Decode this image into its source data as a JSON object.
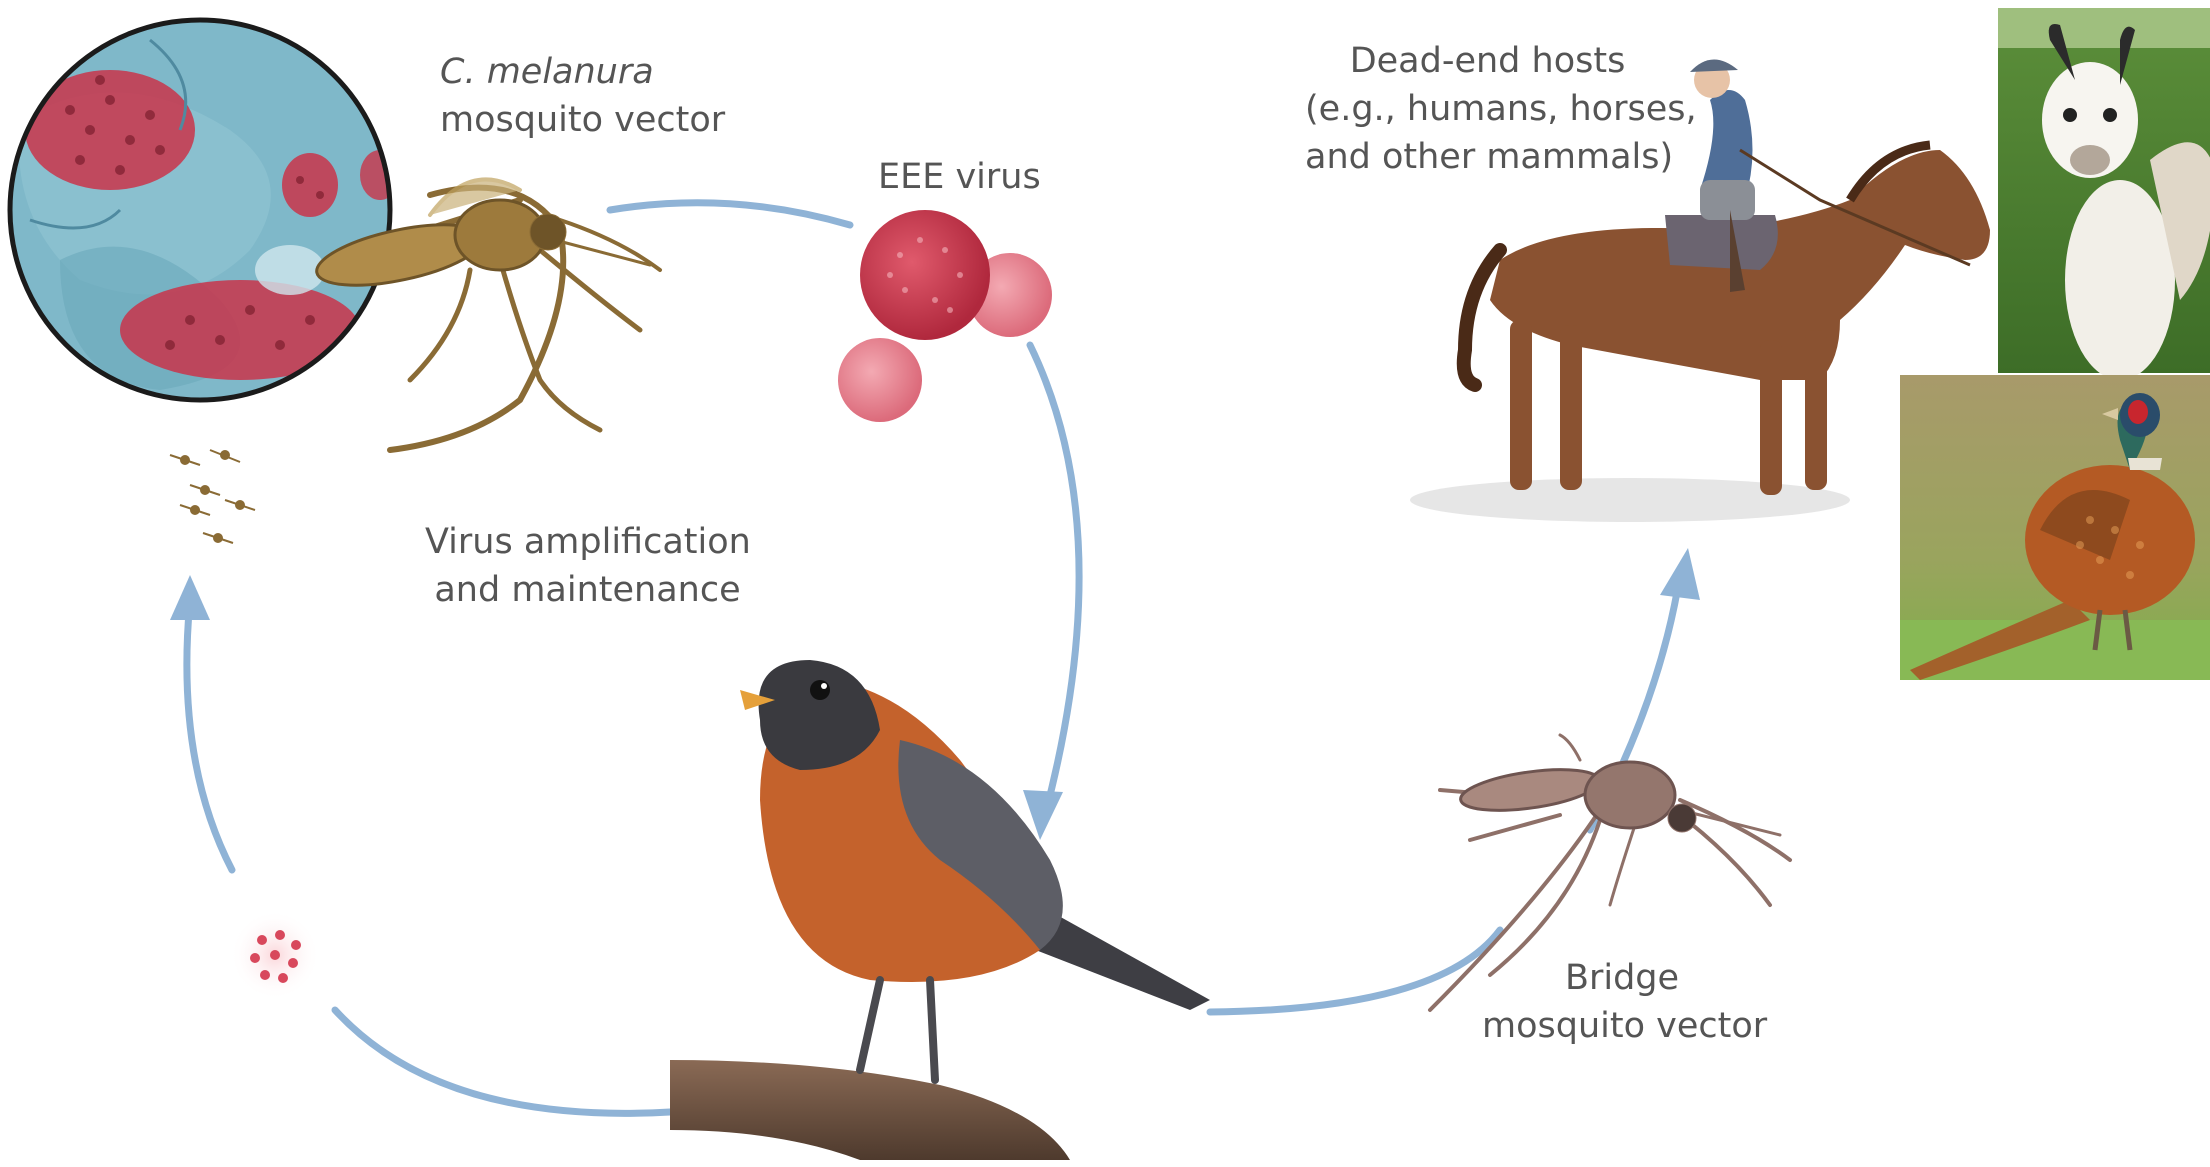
{
  "labels": {
    "vector_species": "C. melanura",
    "vector_role": "mosquito vector",
    "virus": "EEE virus",
    "cycle_line1": "Virus amplification",
    "cycle_line2": "and maintenance",
    "deadend_line1": "Dead-end hosts",
    "deadend_line2": "(e.g., humans, horses,",
    "deadend_line3": "and other mammals)",
    "bridge_line1": "Bridge",
    "bridge_line2": "mosquito vector"
  },
  "icons": {
    "micrograph": "infected-cell-micrograph-icon",
    "mosquito_vector": "culiseta-mosquito-icon",
    "virus": "virus-particle-icon",
    "bird": "robin-icon",
    "bridge_mosquito": "bridge-mosquito-icon",
    "horse_rider": "horse-rider-icon",
    "llama_photo": "llama-photo-icon",
    "pheasant_photo": "pheasant-photo-icon"
  },
  "colors": {
    "arrow": "#8fb3d6",
    "virus": "#c9344a",
    "micrograph_bg": "#7fb8c9",
    "robin_breast": "#c4622c",
    "horse": "#8a5231",
    "text": "#555555"
  }
}
